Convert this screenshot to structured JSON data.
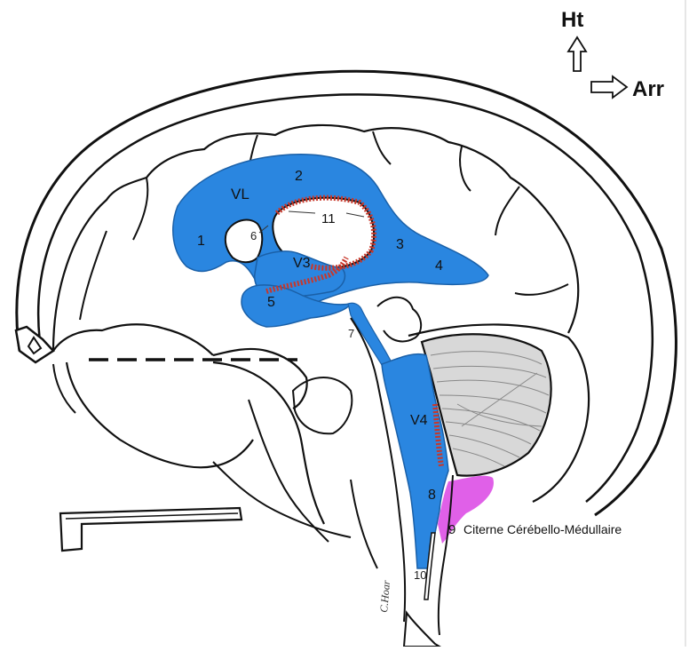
{
  "orientation": {
    "up_label": "Ht",
    "back_label": "Arr"
  },
  "colors": {
    "ventricle": "#2a86e0",
    "cistern": "#e060e8",
    "choroid": "#c8372a",
    "outline": "#111111",
    "cerebellum": "#d8d8d8"
  },
  "labels": {
    "l1": "1",
    "l2": "2",
    "l3": "3",
    "l4": "4",
    "l5": "5",
    "l6": "6",
    "l7": "7",
    "l8": "8",
    "l9": "9",
    "l10": "10",
    "l11": "11",
    "vl": "VL",
    "v3": "V3",
    "v4": "V4",
    "cistern": "Citerne Cérébello-Médullaire"
  },
  "signature": "C.Hoar"
}
